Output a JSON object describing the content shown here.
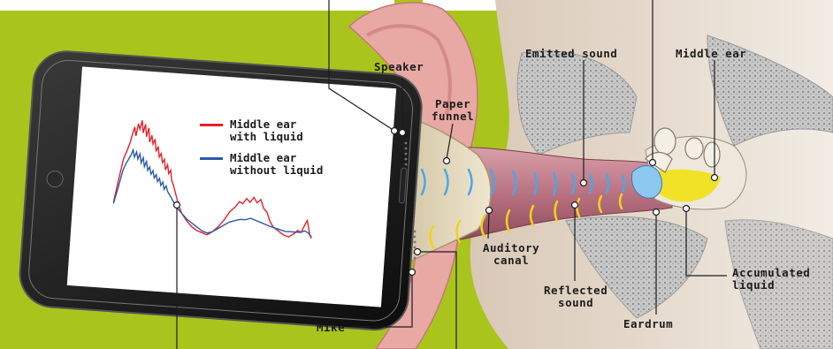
{
  "legend": [
    {
      "label": "Middle ear\nwith liquid",
      "color": "#e8202a"
    },
    {
      "label": "Middle ear\nwithout liquid",
      "color": "#2a5aa8"
    }
  ],
  "labels": {
    "speaker": "Speaker",
    "paper_funnel": "Paper\nfunnel",
    "emitted_sound": "Emitted sound",
    "middle_ear": "Middle ear",
    "auditory_canal": "Auditory\ncanal",
    "reflected_sound": "Reflected\nsound",
    "eardrum": "Eardrum",
    "accumulated_liquid": "Accumulated\nliquid",
    "mike": "Mike"
  },
  "colors": {
    "background": "#a9c41c",
    "emitted_wave": "#4aa6e8",
    "reflected_wave": "#f2d21a",
    "liquid": "#f0e21e",
    "eardrum": "#8cc8f0"
  }
}
